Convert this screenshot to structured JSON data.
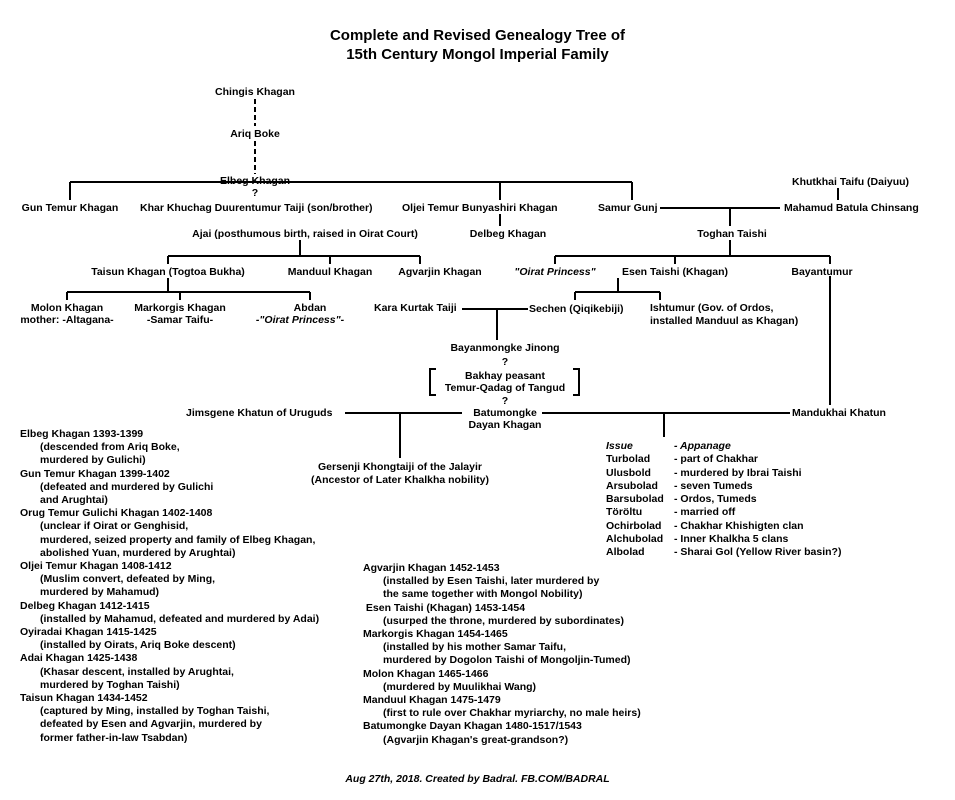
{
  "title": {
    "line1": "Complete and Revised Genealogy Tree of",
    "line2": "15th Century Mongol Imperial Family"
  },
  "nodes": {
    "chingis": "Chingis Khagan",
    "ariq": "Ariq Boke",
    "elbeg": "Elbeg Khagan",
    "q1": "?",
    "khutkhai": "Khutkhai Taifu (Daiyuu)",
    "gun_temur": "Gun Temur Khagan",
    "khar": "Khar Khuchag Duurentumur Taiji (son/brother)",
    "oljei": "Oljei Temur Bunyashiri Khagan",
    "samur": "Samur Gunj",
    "mahamud": "Mahamud Batula Chinsang",
    "ajai": "Ajai (posthumous birth, raised in Oirat Court)",
    "delbeg": "Delbeg Khagan",
    "toghan": "Toghan Taishi",
    "taisun": "Taisun Khagan (Togtoa Bukha)",
    "manduul": "Manduul Khagan",
    "agvarjin": "Agvarjin Khagan",
    "oirat_princess": "\"Oirat Princess\"",
    "esen": "Esen Taishi (Khagan)",
    "bayantumur": "Bayantumur",
    "molon_1": "Molon Khagan",
    "molon_2": "mother: -Altagana-",
    "markorgis_1": "Markorgis Khagan",
    "markorgis_2": "-Samar Taifu-",
    "abdan_1": "Abdan",
    "abdan_2": "-\"Oirat Princess\"-",
    "kara": "Kara Kurtak Taiji",
    "sechen": "Sechen (Qiqikebiji)",
    "ishtumur_1": "Ishtumur (Gov. of Ordos,",
    "ishtumur_2": "installed Manduul as Khagan)",
    "bayanmongke": "Bayanmongke Jinong",
    "q2": "?",
    "bakhay_1": "Bakhay peasant",
    "bakhay_2": "Temur-Qadag of Tangud",
    "q3": "?",
    "jimsgene": "Jimsgene Khatun of Uruguds",
    "batumongke_1": "Batumongke",
    "batumongke_2": "Dayan Khagan",
    "mandukhai": "Mandukhai Khatun",
    "gersenji_1": "Gersenji Khongtaiji of the Jalayir",
    "gersenji_2": "(Ancestor of Later Khalkha nobility)"
  },
  "issue": {
    "header_left": "Issue",
    "header_right": "- Appanage",
    "rows": [
      {
        "name": "Turbolad",
        "appanage": "- part of Chakhar"
      },
      {
        "name": "Ulusbold",
        "appanage": "- murdered by Ibrai Taishi"
      },
      {
        "name": "Arsubolad",
        "appanage": "- seven Tumeds"
      },
      {
        "name": "Barsubolad",
        "appanage": "- Ordos, Tumeds"
      },
      {
        "name": "Töröltu",
        "appanage": "- married off"
      },
      {
        "name": "Ochirbolad",
        "appanage": "- Chakhar Khishigten clan"
      },
      {
        "name": "Alchubolad",
        "appanage": "- Inner Khalkha 5 clans"
      },
      {
        "name": "Albolad",
        "appanage": "- Sharai Gol (Yellow River basin?)"
      }
    ]
  },
  "chronology_left": [
    {
      "text": "Elbeg Khagan 1393-1399",
      "indent": false
    },
    {
      "text": "(descended from Ariq Boke,",
      "indent": true
    },
    {
      "text": "murdered by Gulichi)",
      "indent": true
    },
    {
      "text": "Gun Temur Khagan 1399-1402",
      "indent": false
    },
    {
      "text": "(defeated and murdered by Gulichi",
      "indent": true
    },
    {
      "text": "and Arughtai)",
      "indent": true
    },
    {
      "text": "Orug Temur Gulichi Khagan 1402-1408",
      "indent": false
    },
    {
      "text": "(unclear if Oirat or Genghisid,",
      "indent": true
    },
    {
      "text": "murdered, seized property and family of Elbeg Khagan,",
      "indent": true
    },
    {
      "text": "abolished Yuan, murdered by Arughtai)",
      "indent": true
    },
    {
      "text": "Oljei Temur Khagan 1408-1412",
      "indent": false
    },
    {
      "text": "(Muslim convert, defeated by Ming,",
      "indent": true
    },
    {
      "text": "murdered by Mahamud)",
      "indent": true
    },
    {
      "text": "Delbeg Khagan 1412-1415",
      "indent": false
    },
    {
      "text": "(installed by Mahamud, defeated and murdered by Adai)",
      "indent": true
    },
    {
      "text": "Oyiradai Khagan 1415-1425",
      "indent": false
    },
    {
      "text": "(installed by Oirats, Ariq Boke descent)",
      "indent": true
    },
    {
      "text": "Adai Khagan 1425-1438",
      "indent": false
    },
    {
      "text": "(Khasar descent, installed by Arughtai,",
      "indent": true
    },
    {
      "text": "murdered by Toghan Taishi)",
      "indent": true
    },
    {
      "text": "Taisun Khagan 1434-1452",
      "indent": false
    },
    {
      "text": "(captured by Ming, installed by Toghan Taishi,",
      "indent": true
    },
    {
      "text": "defeated by Esen and Agvarjin, murdered by",
      "indent": true
    },
    {
      "text": "former father-in-law Tsabdan)",
      "indent": true
    }
  ],
  "chronology_right": [
    {
      "text": "Agvarjin Khagan 1452-1453",
      "indent": false
    },
    {
      "text": "(installed by Esen Taishi, later murdered by",
      "indent": true
    },
    {
      "text": "the same together with Mongol Nobility)",
      "indent": true
    },
    {
      "text": " Esen Taishi (Khagan) 1453-1454",
      "indent": false
    },
    {
      "text": "(usurped the throne, murdered by subordinates)",
      "indent": true
    },
    {
      "text": "Markorgis Khagan 1454-1465",
      "indent": false
    },
    {
      "text": "(installed by his mother Samar Taifu,",
      "indent": true
    },
    {
      "text": "murdered by Dogolon Taishi of Mongoljin-Tumed)",
      "indent": true
    },
    {
      "text": "Molon Khagan 1465-1466",
      "indent": false
    },
    {
      "text": "(murdered by Muulikhai Wang)",
      "indent": true
    },
    {
      "text": "Manduul Khagan 1475-1479",
      "indent": false
    },
    {
      "text": "(first to rule over Chakhar myriarchy, no male heirs)",
      "indent": true
    },
    {
      "text": "Batumongke Dayan Khagan 1480-1517/1543",
      "indent": false
    },
    {
      "text": "(Agvarjin Khagan's great-grandson?)",
      "indent": true
    }
  ],
  "footer": "Aug 27th, 2018. Created by Badral. FB.COM/BADRAL"
}
